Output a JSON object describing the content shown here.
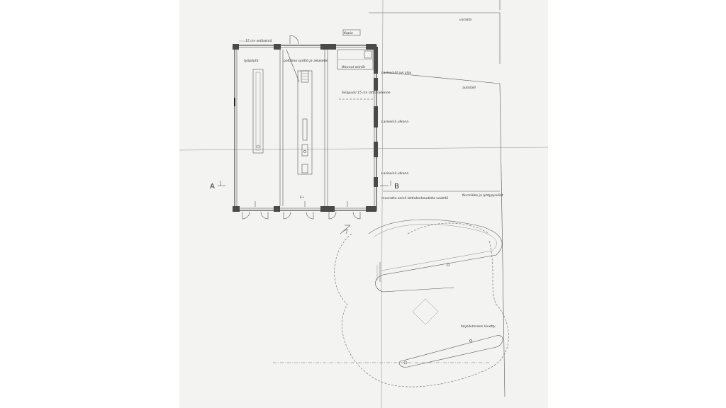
{
  "labels": {
    "top_left_wall": "15 cm seläseinä",
    "work_bench": "työpöytä",
    "door_note": "polttimo syöttö ja aikaselle",
    "top_room": "Kopio",
    "corner_note": "Ikkunat seinät",
    "east_1": "Lasiseinät ovi alas",
    "east_2": "Sisäpuoli 15 cm lattiarakenne",
    "east_3": "Lasiseinä ulkona",
    "east_4": "Lasiseinä ulkona",
    "east_5": "muurattu seinä lattiakorkeudelta vedellä",
    "north_area": "varasto",
    "middle_area": "autotalli",
    "lower_area": "Nurmikko ja lyhtypylväät",
    "path_note": "tarjoiluterassi kivetty",
    "section_a": "A",
    "section_b": "B"
  },
  "colors": {
    "paper": "#f3f3f1",
    "ink": "#3a3a3a"
  }
}
